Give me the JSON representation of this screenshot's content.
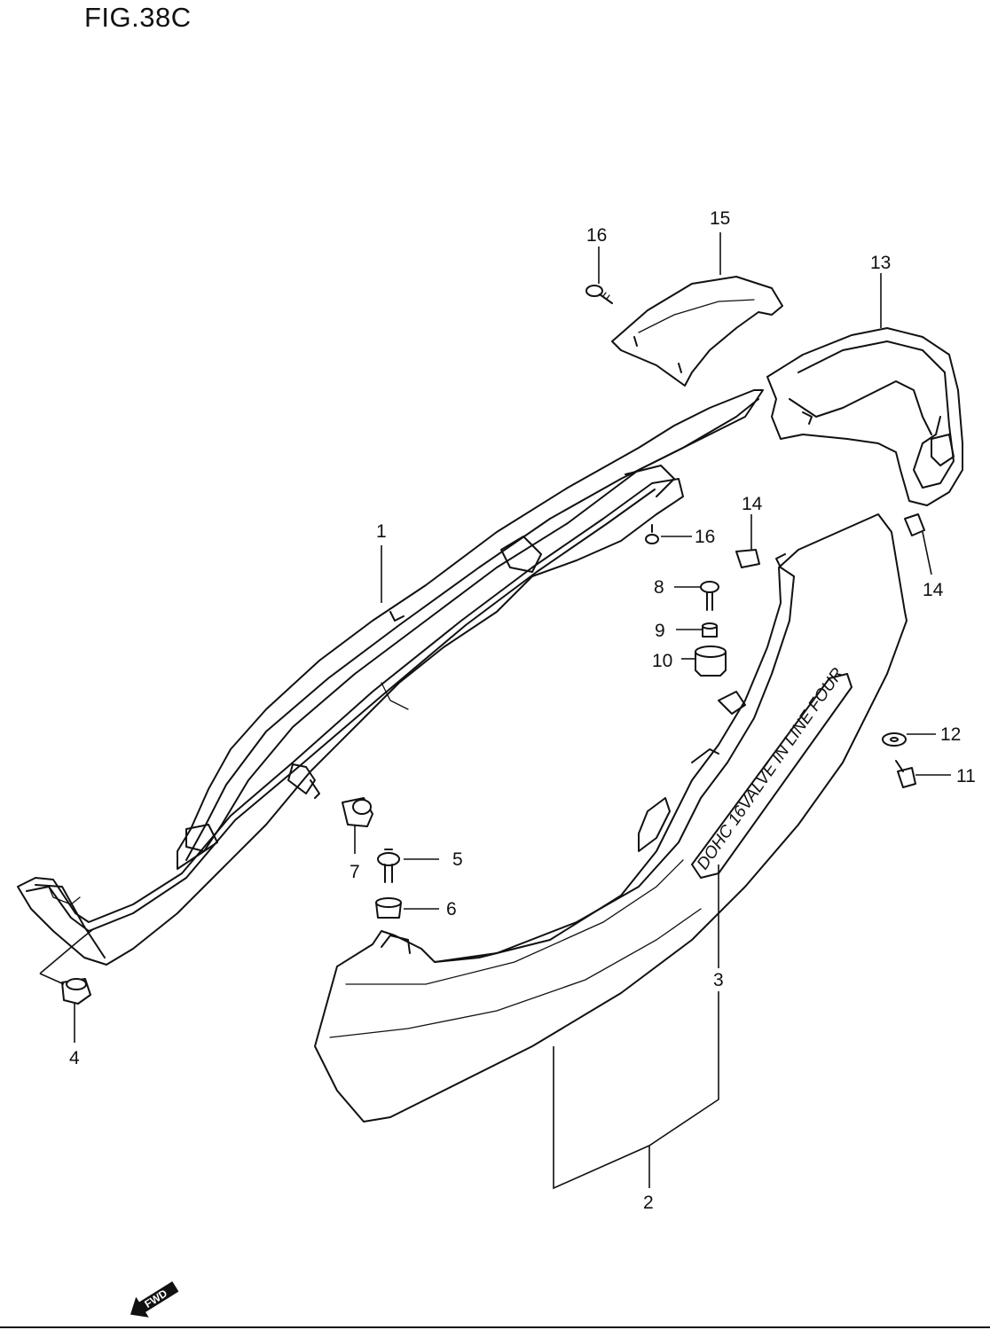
{
  "figure": {
    "title": "FIG.38C"
  },
  "decal": {
    "text": "DOHC 16VALVE IN LINE FOUR"
  },
  "fwd_arrow": {
    "label": "FWD"
  },
  "callouts": [
    {
      "id": "c1",
      "label": "1"
    },
    {
      "id": "c2",
      "label": "2"
    },
    {
      "id": "c3",
      "label": "3"
    },
    {
      "id": "c4",
      "label": "4"
    },
    {
      "id": "c5",
      "label": "5"
    },
    {
      "id": "c6",
      "label": "6"
    },
    {
      "id": "c7",
      "label": "7"
    },
    {
      "id": "c8",
      "label": "8"
    },
    {
      "id": "c9",
      "label": "9"
    },
    {
      "id": "c10",
      "label": "10"
    },
    {
      "id": "c11",
      "label": "11"
    },
    {
      "id": "c12",
      "label": "12"
    },
    {
      "id": "c13",
      "label": "13"
    },
    {
      "id": "c14a",
      "label": "14"
    },
    {
      "id": "c14b",
      "label": "14"
    },
    {
      "id": "c15",
      "label": "15"
    },
    {
      "id": "c16a",
      "label": "16"
    },
    {
      "id": "c16b",
      "label": "16"
    }
  ]
}
